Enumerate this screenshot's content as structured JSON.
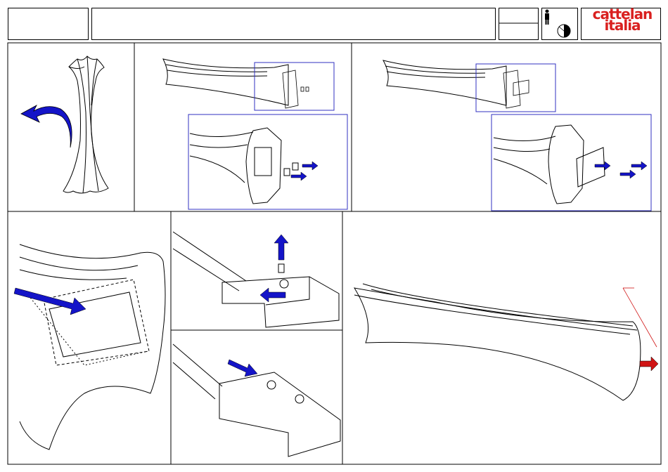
{
  "header": {
    "brand_line1": "cattelan",
    "brand_line2": "italia",
    "person_icon": "person-icon",
    "projection_icon": "first-angle-projection-icon"
  },
  "colors": {
    "arrow_blue": "#1414c8",
    "arrow_red": "#d01414",
    "brand_red": "#d9201f",
    "callout_blue": "#3030c0"
  },
  "steps": [
    {
      "id": "tip-over",
      "icon": "rotate-arrow-icon"
    },
    {
      "id": "remove-caps",
      "icon": "arrow-right-icon"
    },
    {
      "id": "remove-screws",
      "icon": "arrow-right-icon"
    },
    {
      "id": "slide-bracket",
      "icon": "arrow-right-icon"
    },
    {
      "id": "lift-bracket",
      "icon": "arrow-up-icon"
    },
    {
      "id": "insert-tube",
      "icon": "arrow-right-icon"
    },
    {
      "id": "pull-out",
      "icon": "arrow-right-icon"
    }
  ]
}
